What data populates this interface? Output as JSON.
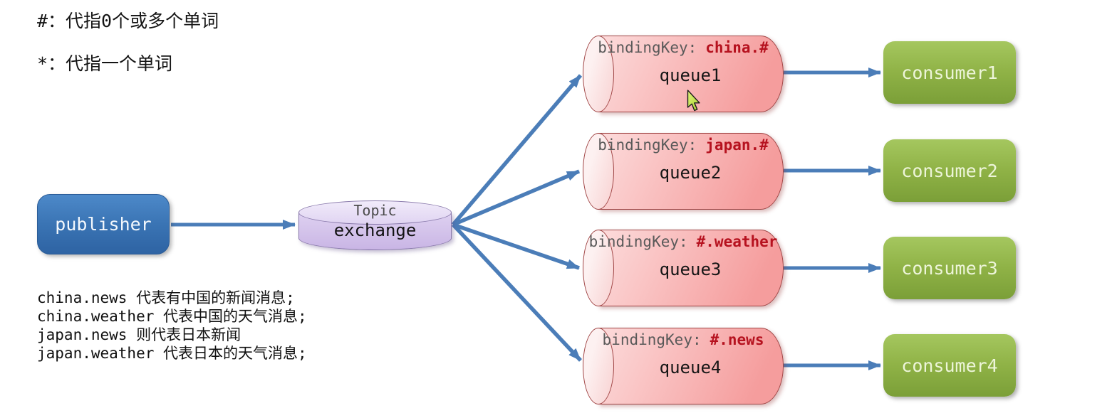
{
  "legend": {
    "hash_note": "#：代指0个或多个单词",
    "star_note": "*：代指一个单词"
  },
  "publisher": {
    "label": "publisher"
  },
  "exchange": {
    "type": "Topic",
    "label": "exchange"
  },
  "queues": [
    {
      "name": "queue1",
      "binding_label": "bindingKey:",
      "binding_key": "china.#"
    },
    {
      "name": "queue2",
      "binding_label": "bindingKey:",
      "binding_key": "japan.#"
    },
    {
      "name": "queue3",
      "binding_label": "bindingKey:",
      "binding_key": "#.weather"
    },
    {
      "name": "queue4",
      "binding_label": "bindingKey:",
      "binding_key": "#.news"
    }
  ],
  "consumers": [
    {
      "label": "consumer1"
    },
    {
      "label": "consumer2"
    },
    {
      "label": "consumer3"
    },
    {
      "label": "consumer4"
    }
  ],
  "examples": [
    "china.news 代表有中国的新闻消息;",
    "china.weather 代表中国的天气消息;",
    "japan.news 则代表日本新闻",
    "japan.weather 代表日本的天气消息;"
  ],
  "colors": {
    "arrow": "#4b7db8",
    "publisher_fill": "#3a74b4",
    "exchange_fill": "#d3c2ea",
    "queue_fill": "#f9bebe",
    "queue_border": "#a04545",
    "binding_key_text": "#b6121f",
    "binding_label_text": "#595959",
    "consumer_fill": "#8fb246",
    "background": "#ffffff"
  }
}
